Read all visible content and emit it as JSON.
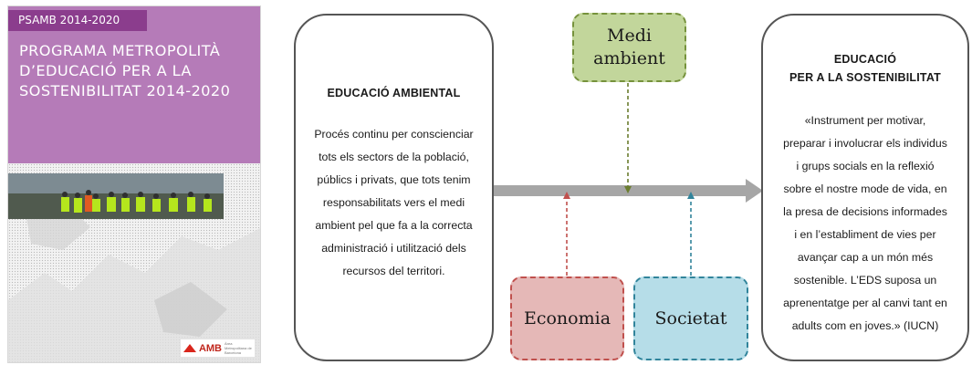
{
  "cover": {
    "tag": "PSAMB 2014-2020",
    "title_lines": [
      "PROGRAMA METROPOLITÀ",
      "D’EDUCACIÓ PER A LA",
      "SOSTENIBILITAT 2014-2020"
    ],
    "logo_text": "AMB",
    "logo_subtext": "Àrea Metropolitana de Barcelona",
    "colors": {
      "band": "#b57bb8",
      "tag": "#8b3d8d",
      "logo": "#d9261c"
    }
  },
  "diagram": {
    "left_box": {
      "heading": "EDUCACIÓ AMBIENTAL",
      "body_lines": [
        "Procés continu per conscienciar",
        "tots els sectors de la població,",
        "públics i privats, que tots tenim",
        "responsabilitats vers el medi",
        "ambient pel que fa a la correcta",
        "administració i utilització dels",
        "recursos del territori."
      ]
    },
    "right_box": {
      "heading_lines": [
        "EDUCACIÓ",
        "PER A LA SOSTENIBILITAT"
      ],
      "body_lines": [
        "«Instrument per motivar,",
        "preparar i involucrar els individus",
        "i grups socials en la reflexió",
        "sobre el nostre mode de vida, en",
        "la presa de decisions informades",
        "i en l’establiment de vies per",
        "avançar cap a un món més",
        "sostenible. L’EDS suposa un",
        "aprenentatge per al canvi tant en",
        "adults com en joves.» (IUCN)"
      ]
    },
    "factors": {
      "medi_lines": [
        "Medi",
        "ambient"
      ],
      "economia": "Economia",
      "societat": "Societat"
    },
    "colors": {
      "medi_fill": "#c2d69b",
      "medi_border": "#76923c",
      "economia_fill": "#e5b8b7",
      "economia_border": "#c0504d",
      "societat_fill": "#b6dde8",
      "societat_border": "#31849b",
      "main_arrow": "#a6a6a6"
    }
  }
}
